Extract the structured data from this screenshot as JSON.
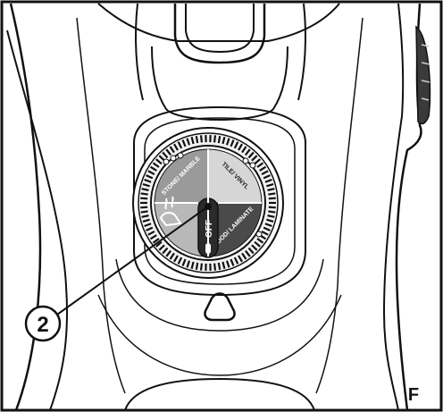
{
  "figure": {
    "letter": "F",
    "callout": "2"
  },
  "dial": {
    "settings": [
      "STONE/ MARBLE",
      "TILE/ VINYL",
      "WOOD/ LAMINATE"
    ],
    "off_label": "OFF",
    "steam_icon": "steam-hand-icon"
  },
  "colors": {
    "line": "#111111",
    "dial_face": "#c9c9c9",
    "dial_dark": "#2b2b2b"
  }
}
